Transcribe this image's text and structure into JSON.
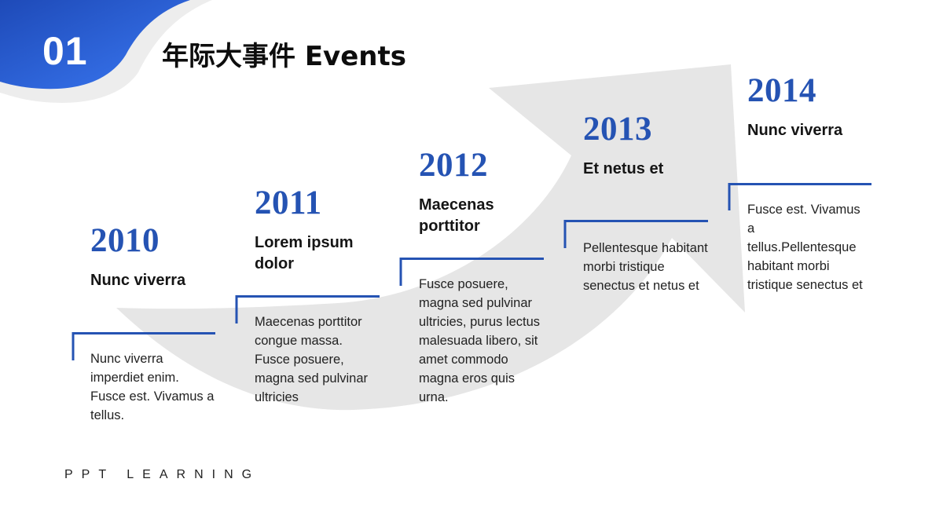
{
  "header": {
    "section_number": "01",
    "title": "年际大事件 Events"
  },
  "colors": {
    "accent": "#2553b3",
    "accent_blob_light": "#3a78f2",
    "accent_blob_dark": "#1e4ab8",
    "arrow": "#e6e6e6"
  },
  "events": [
    {
      "year": "2010",
      "title": "Nunc viverra",
      "body": "Nunc viverra imperdiet enim. Fusce est. Vivamus a tellus."
    },
    {
      "year": "2011",
      "title": "Lorem ipsum dolor",
      "body": "Maecenas porttitor congue massa. Fusce posuere, magna sed pulvinar ultricies"
    },
    {
      "year": "2012",
      "title": "Maecenas porttitor",
      "body": "Fusce posuere, magna sed pulvinar ultricies, purus lectus malesuada libero, sit amet commodo magna eros quis urna."
    },
    {
      "year": "2013",
      "title": "Et netus et",
      "body": "Pellentesque habitant morbi tristique senectus et netus et"
    },
    {
      "year": "2014",
      "title": "Nunc viverra",
      "body": "Fusce est. Vivamus a tellus.Pellentesque habitant morbi tristique senectus et"
    }
  ],
  "footer": "PPT LEARNING"
}
